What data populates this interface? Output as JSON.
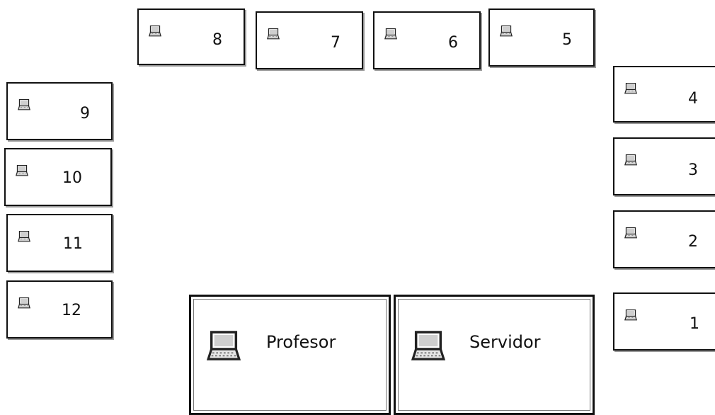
{
  "stations": {
    "s1": {
      "label": "1"
    },
    "s2": {
      "label": "2"
    },
    "s3": {
      "label": "3"
    },
    "s4": {
      "label": "4"
    },
    "s5": {
      "label": "5"
    },
    "s6": {
      "label": "6"
    },
    "s7": {
      "label": "7"
    },
    "s8": {
      "label": "8"
    },
    "s9": {
      "label": "9"
    },
    "s10": {
      "label": "10"
    },
    "s11": {
      "label": "11"
    },
    "s12": {
      "label": "12"
    }
  },
  "teacher": {
    "label": "Profesor"
  },
  "server": {
    "label": "Servidor"
  },
  "icon": "laptop-icon"
}
